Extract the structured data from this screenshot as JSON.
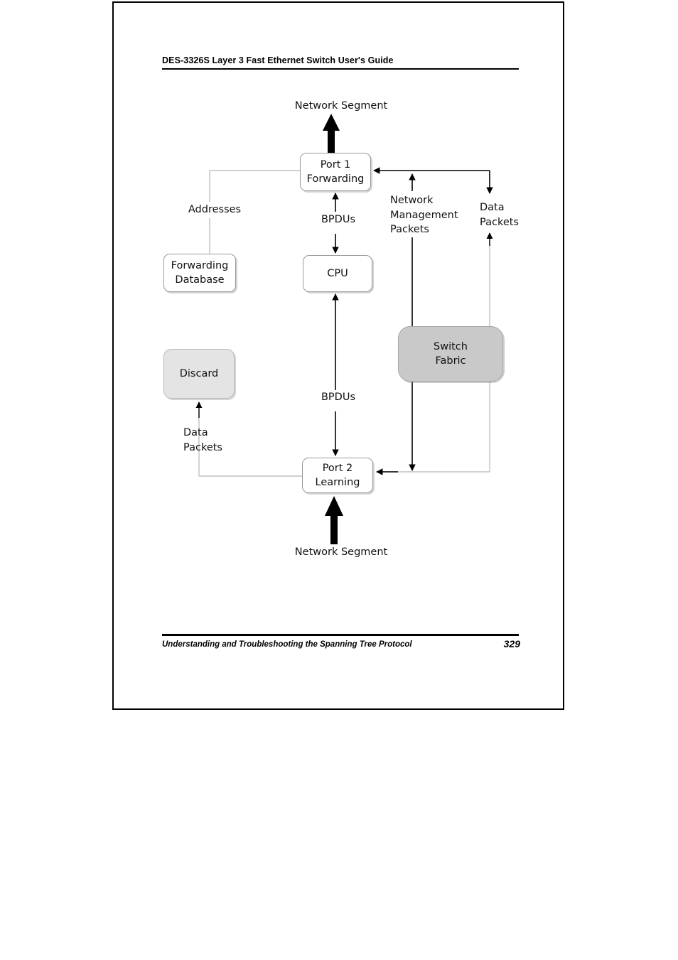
{
  "page": {
    "header_title": "DES-3326S Layer 3 Fast Ethernet Switch User's Guide",
    "footer_title": "Understanding and Troubleshooting the Spanning Tree Protocol",
    "page_number": "329"
  },
  "colors": {
    "ink": "#000000",
    "box_fill_white": "#ffffff",
    "box_fill_light_gray": "#e4e4e4",
    "box_fill_dark_gray": "#c9c9c9",
    "box_border": "#9a9a9a",
    "faint_line": "#c2c2c2"
  },
  "chart_data": {
    "type": "diagram",
    "title": "Spanning Tree Protocol port state packet flow",
    "nodes": [
      {
        "id": "port1",
        "label_line1": "Port 1",
        "label_line2": "Forwarding",
        "fill": "white"
      },
      {
        "id": "fdb",
        "label_line1": "Forwarding",
        "label_line2": "Database",
        "fill": "white"
      },
      {
        "id": "cpu",
        "label_line1": "CPU",
        "label_line2": "",
        "fill": "white"
      },
      {
        "id": "discard",
        "label_line1": "Discard",
        "label_line2": "",
        "fill": "light-gray"
      },
      {
        "id": "switchfabric",
        "label_line1": "Switch",
        "label_line2": "Fabric",
        "fill": "dark-gray"
      },
      {
        "id": "port2",
        "label_line1": "Port 2",
        "label_line2": "Learning",
        "fill": "white"
      }
    ],
    "edges": [
      {
        "from": "network-segment-top",
        "to": "port1",
        "label": "Network Segment",
        "style": "thick-double-arrow"
      },
      {
        "from": "port1",
        "to": "fdb",
        "label": "Addresses",
        "style": "faint-elbow"
      },
      {
        "from": "port1",
        "to": "cpu",
        "label": "BPDUs",
        "style": "thin-double-arrow"
      },
      {
        "from": "cpu",
        "to": "port2",
        "label": "BPDUs",
        "style": "thin-double-arrow"
      },
      {
        "from": "switchfabric",
        "to": "port1",
        "label": "Network Management Packets",
        "style": "thin-arrow"
      },
      {
        "from": "port1",
        "to": "switchfabric",
        "label": "Data Packets",
        "style": "faint-arrow"
      },
      {
        "from": "switchfabric",
        "to": "port2",
        "label": "",
        "style": "thin-arrow"
      },
      {
        "from": "port2",
        "to": "discard",
        "label": "Data Packets",
        "style": "faint-elbow-arrow"
      },
      {
        "from": "network-segment-bottom",
        "to": "port2",
        "label": "Network Segment",
        "style": "thick-arrow"
      }
    ],
    "labels": [
      "Network Segment",
      "Addresses",
      "BPDUs",
      "BPDUs",
      "Network Management Packets",
      "Data Packets",
      "Data Packets",
      "Network Segment"
    ]
  },
  "diagram": {
    "port1": {
      "line1": "Port 1",
      "line2": "Forwarding"
    },
    "fdb": {
      "line1": "Forwarding",
      "line2": "Database"
    },
    "cpu": {
      "line1": "CPU"
    },
    "discard": {
      "line1": "Discard"
    },
    "switchfabric": {
      "line1": "Switch",
      "line2": "Fabric"
    },
    "port2": {
      "line1": "Port 2",
      "line2": "Learning"
    },
    "labels": {
      "network_segment_top": "Network Segment",
      "network_segment_bottom": "Network Segment",
      "addresses": "Addresses",
      "bpdus_top": "BPDUs",
      "bpdus_bottom": "BPDUs",
      "nmp_line1": "Network",
      "nmp_line2": "Management",
      "nmp_line3": "Packets",
      "data_packets_right_line1": "Data",
      "data_packets_right_line2": "Packets",
      "data_packets_left_line1": "Data",
      "data_packets_left_line2": "Packets"
    }
  }
}
